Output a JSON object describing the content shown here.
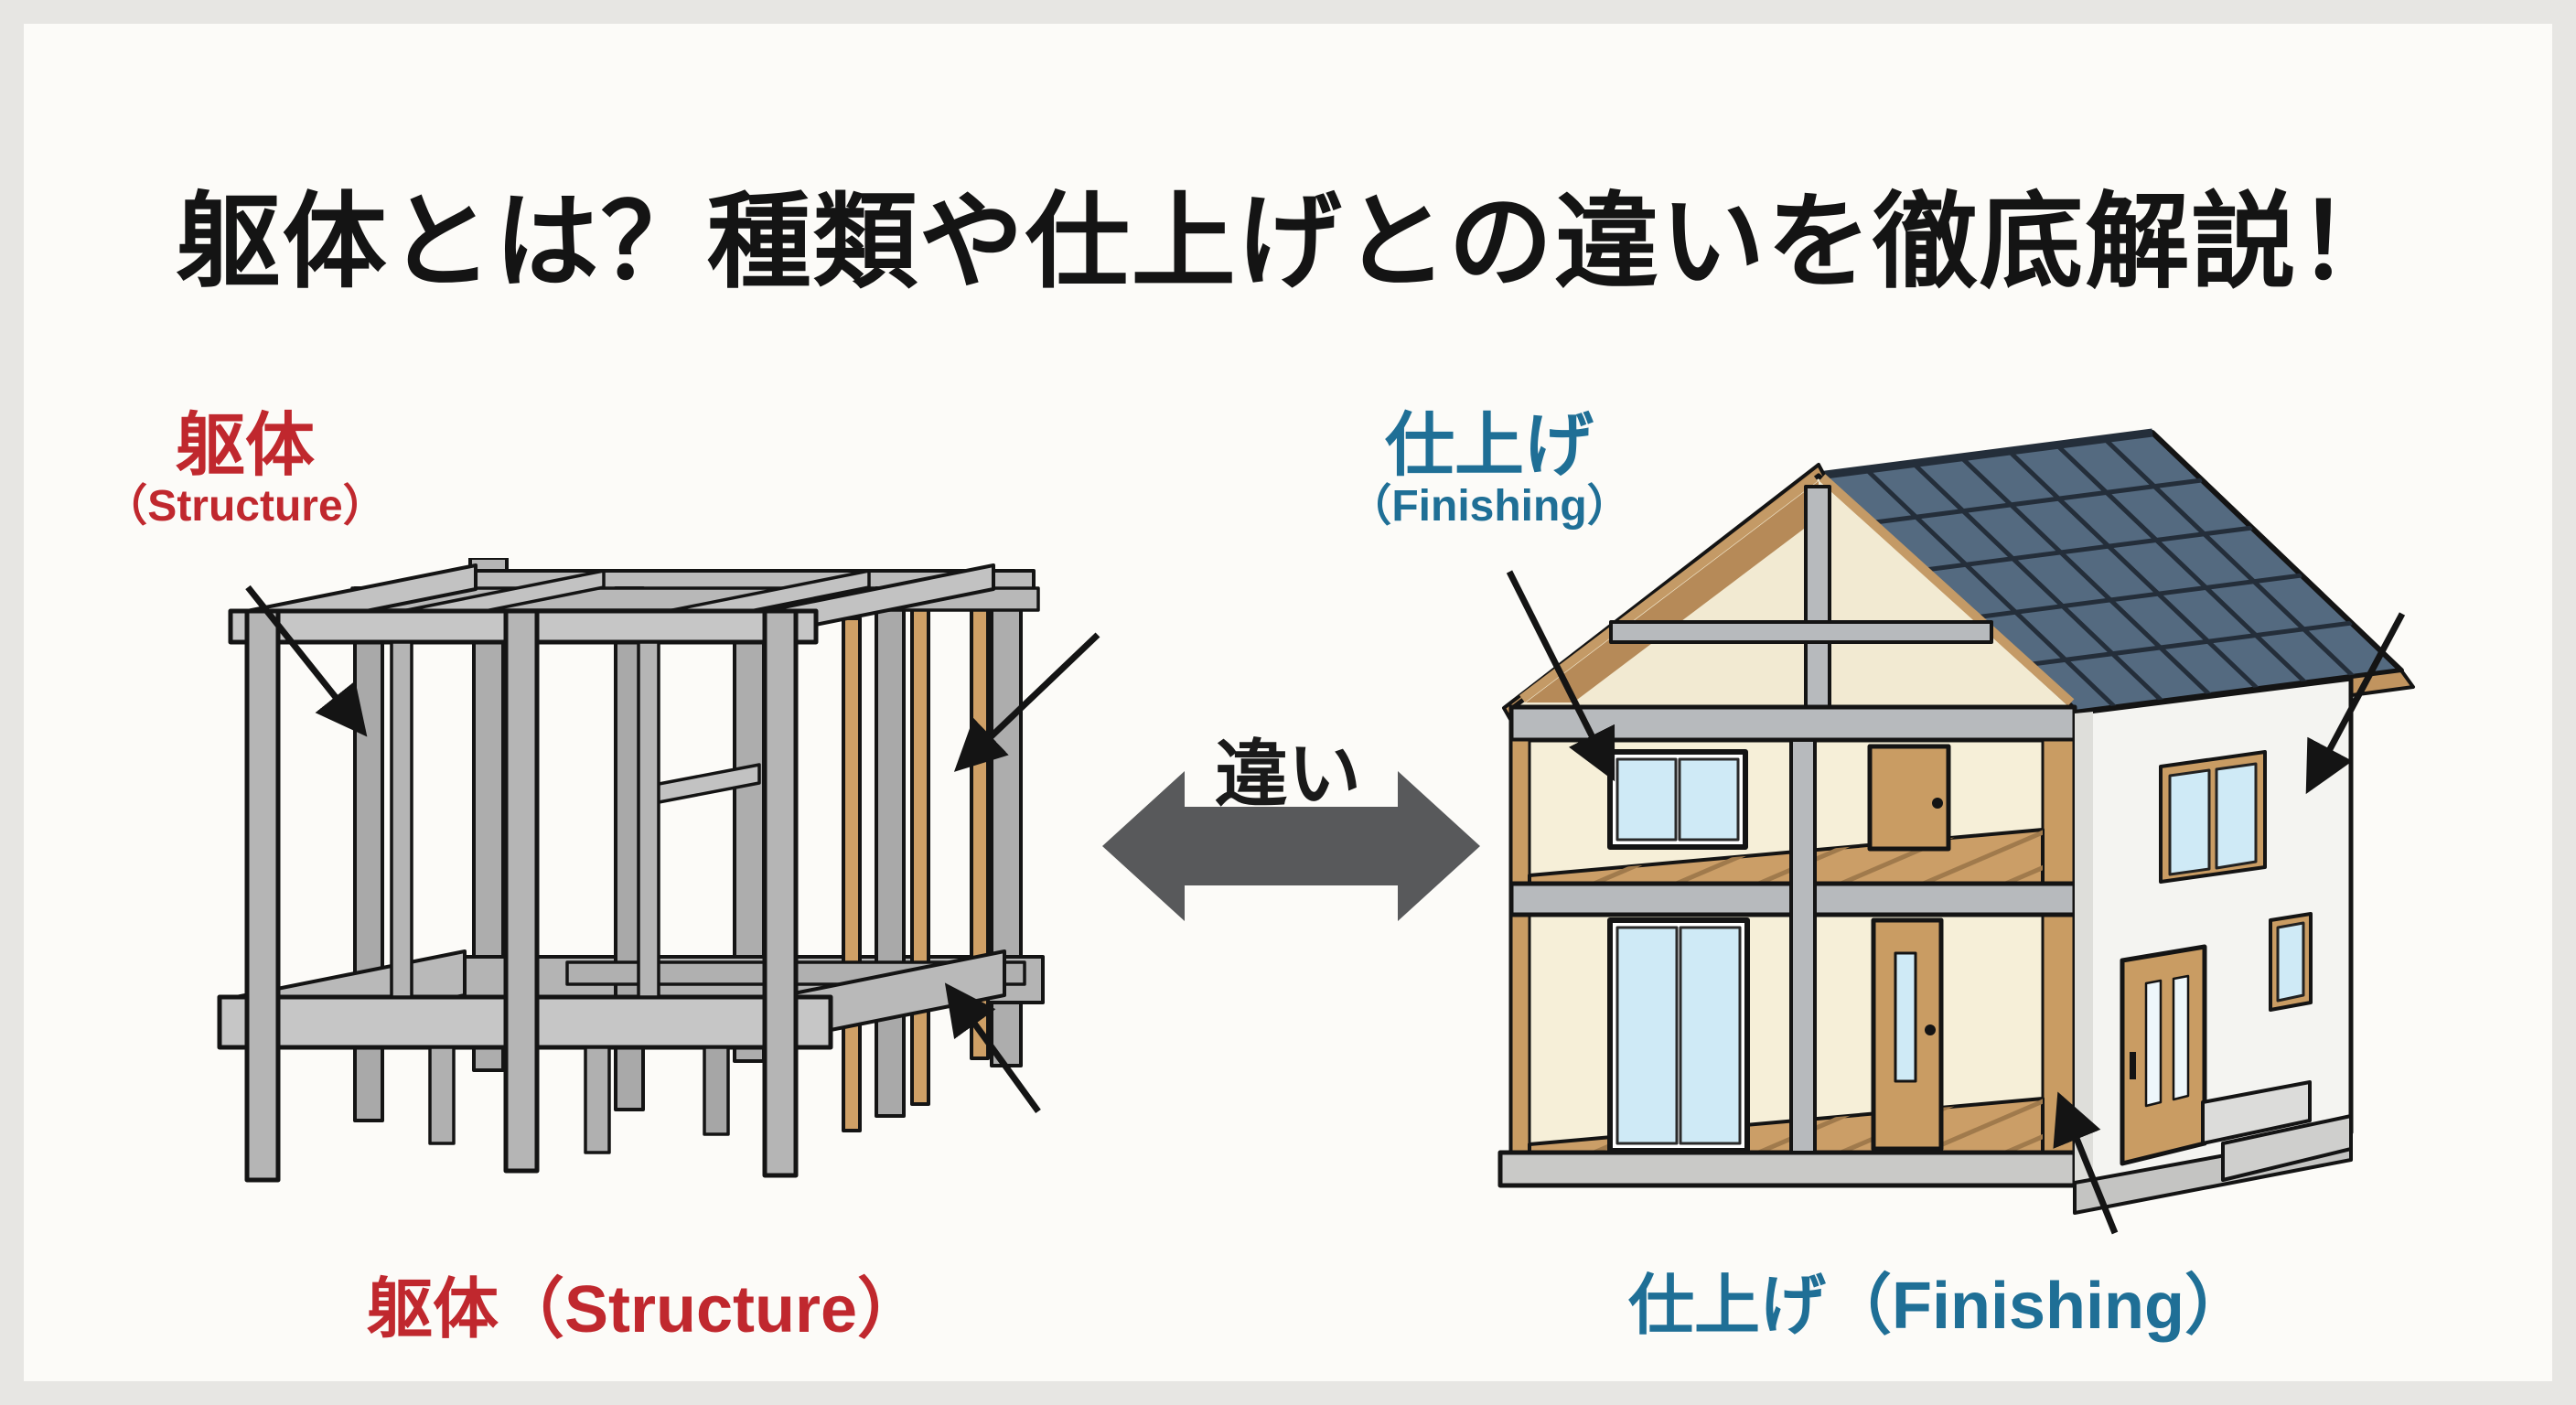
{
  "page": {
    "background_color": "#e7e6e3",
    "panel_color": "#fcfbf8"
  },
  "title": {
    "text": "躯体とは？種類や仕上げとの違いを徹底解説！",
    "color": "#141414"
  },
  "left_diagram": {
    "illustration": "structure-frame-cutaway",
    "label_top": {
      "main": "躯体",
      "sub": "（Structure）",
      "color": "#c0282e"
    },
    "caption": {
      "text": "躯体（Structure）",
      "color": "#c0282e"
    },
    "colors": {
      "column_gray": "#b5b5b5",
      "beam_gray": "#c2c2c2",
      "stud_tan": "#cfa066",
      "outline": "#141414"
    }
  },
  "right_diagram": {
    "illustration": "finished-house-cutaway",
    "label_top": {
      "main": "仕上げ",
      "sub": "（Finishing）",
      "color": "#1f6f96"
    },
    "caption": {
      "text": "仕上げ（Finishing）",
      "color": "#1f6f96"
    },
    "colors": {
      "roof_blue": "#546a80",
      "roof_grid": "#242e3a",
      "fascia_tan": "#c1945f",
      "wall_cream": "#f6efd8",
      "floor_wood": "#cb9e67",
      "door_tan": "#c99c63",
      "glass_blue": "#cfeaf6",
      "exterior_white": "#f4f4f1",
      "beam_gray": "#b7babd",
      "foundation_gray": "#c4c4c2"
    }
  },
  "center": {
    "label": "違い",
    "arrow_color": "#58595b"
  },
  "annotations": {
    "pointer_arrow_color": "#141414"
  }
}
